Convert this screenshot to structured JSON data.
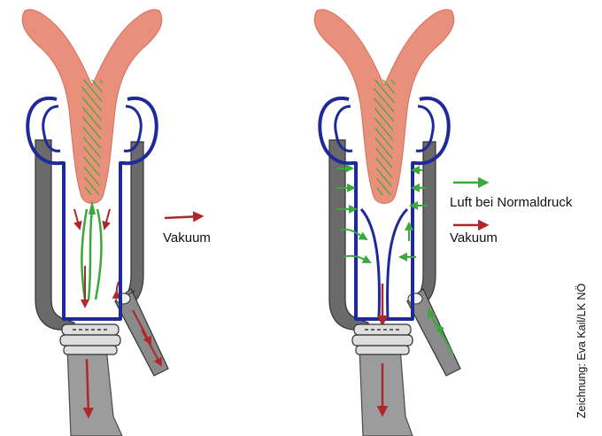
{
  "labels": {
    "vakuum_left": "Vakuum",
    "luft_normaldruck": "Luft bei Normaldruck",
    "vakuum_right": "Vakuum",
    "credit": "Zeichnung: Eva Kail/LK NÖ"
  },
  "colors": {
    "teat": "#e8907c",
    "liner": "#1e2a9a",
    "shell": "#595959",
    "tube": "#9c9c9c",
    "vacuum_arrow": "#b0262b",
    "air_arrow": "#3aa83a"
  }
}
